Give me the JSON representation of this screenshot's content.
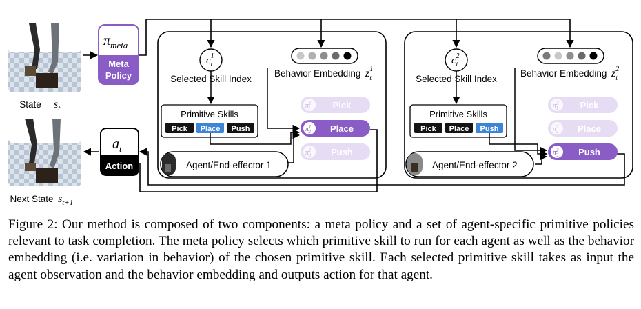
{
  "state": {
    "label": "State",
    "symbol": "s",
    "sub": "t"
  },
  "next_state": {
    "label": "Next State",
    "symbol": "s",
    "sub": "t+1"
  },
  "meta": {
    "symbol": "π",
    "sub": "meta",
    "label_line1": "Meta",
    "label_line2": "Policy",
    "color": "#8a5cc6"
  },
  "action": {
    "symbol": "a",
    "sub": "t",
    "label": "Action"
  },
  "agents": [
    {
      "index_symbol": "c",
      "index_sup": "1",
      "index_sub": "t",
      "index_label": "Selected Skill Index",
      "embed_label": "Behavior Embedding",
      "embed_symbol": "z",
      "embed_sup": "1",
      "embed_sub": "t",
      "prim_title": "Primitive Skills",
      "skills": [
        "Pick",
        "Place",
        "Push"
      ],
      "selected": 1,
      "policies": [
        {
          "pi": "π",
          "sup": "1",
          "sub": "1",
          "label": "Pick"
        },
        {
          "pi": "π",
          "sup": "1",
          "sub": "2",
          "label": "Place"
        },
        {
          "pi": "π",
          "sup": "1",
          "sub": "3",
          "label": "Push"
        }
      ],
      "agent_label": "Agent/End-effector 1"
    },
    {
      "index_symbol": "c",
      "index_sup": "2",
      "index_sub": "t",
      "index_label": "Selected Skill Index",
      "embed_label": "Behavior Embedding",
      "embed_symbol": "z",
      "embed_sup": "2",
      "embed_sub": "t",
      "prim_title": "Primitive Skills",
      "skills": [
        "Pick",
        "Place",
        "Push"
      ],
      "selected": 2,
      "policies": [
        {
          "pi": "π",
          "sup": "2",
          "sub": "1",
          "label": "Pick"
        },
        {
          "pi": "π",
          "sup": "2",
          "sub": "2",
          "label": "Place"
        },
        {
          "pi": "π",
          "sup": "2",
          "sub": "3",
          "label": "Push"
        }
      ],
      "agent_label": "Agent/End-effector 2"
    }
  ],
  "colors": {
    "purple": "#8a5cc6",
    "purple_faded": "#e6dcf4",
    "blue": "#3d85d6",
    "black": "#141414"
  },
  "caption": "Figure 2: Our method is composed of two components: a meta policy and a set of agent-specific primitive policies relevant to task completion. The meta policy selects which primitive skill to run for each agent as well as the behavior embedding (i.e. variation in behavior) of the chosen primitive skill. Each selected primitive skill takes as input the agent observation and the behavior embedding and outputs action for that agent."
}
